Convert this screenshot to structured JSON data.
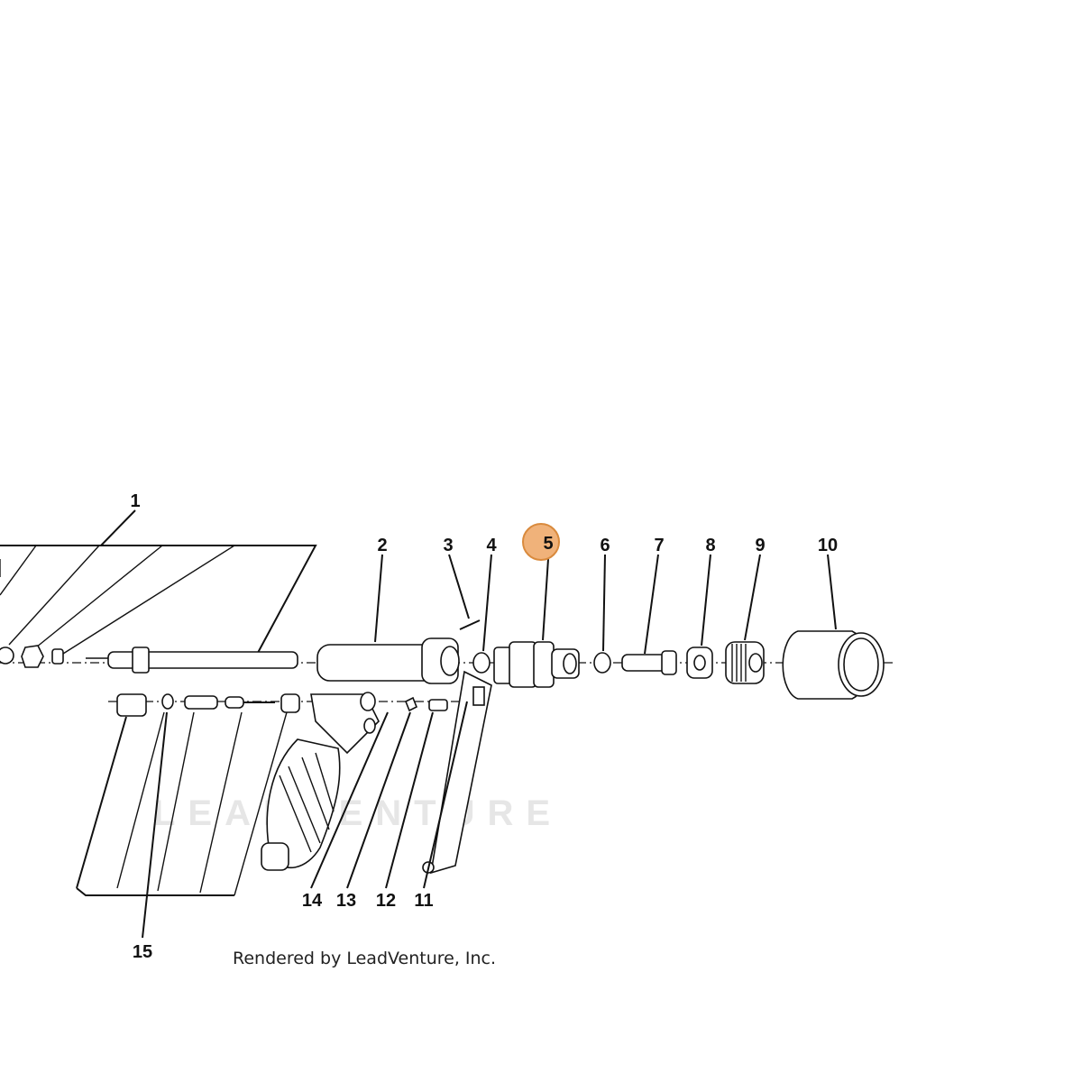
{
  "diagram": {
    "callouts": [
      {
        "id": "c1",
        "label": "1"
      },
      {
        "id": "c2",
        "label": "2"
      },
      {
        "id": "c3",
        "label": "3"
      },
      {
        "id": "c4",
        "label": "4"
      },
      {
        "id": "c5",
        "label": "5",
        "highlighted": true
      },
      {
        "id": "c6",
        "label": "6"
      },
      {
        "id": "c7",
        "label": "7"
      },
      {
        "id": "c8",
        "label": "8"
      },
      {
        "id": "c9",
        "label": "9"
      },
      {
        "id": "c10",
        "label": "10"
      },
      {
        "id": "c11",
        "label": "11"
      },
      {
        "id": "c12",
        "label": "12"
      },
      {
        "id": "c13",
        "label": "13"
      },
      {
        "id": "c14",
        "label": "14"
      },
      {
        "id": "c15",
        "label": "15"
      }
    ],
    "highlight_color": "#f0b27a",
    "highlight_border": "#d98a3d",
    "credit": "Rendered by LeadVenture, Inc.",
    "watermark": "LEADVENTURE"
  }
}
